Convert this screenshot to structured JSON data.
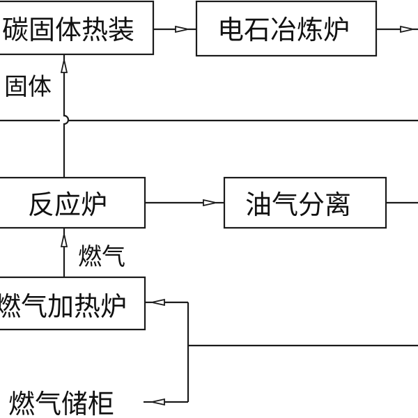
{
  "diagram": {
    "nodes": {
      "carbon_solid_hot_charge": "碳固体热装",
      "calcium_carbide_furnace": "电石冶炼炉",
      "reactor": "反应炉",
      "oil_gas_separation": "油气分离",
      "fuel_gas_heater": "燃气加热炉",
      "fuel_gas_storage": "燃气储柜"
    },
    "edge_labels": {
      "solid": "固体",
      "fuel_gas": "燃气"
    }
  }
}
